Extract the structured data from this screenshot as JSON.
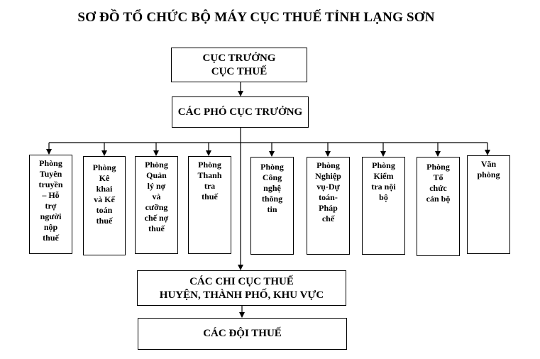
{
  "title": "SƠ ĐỒ TỔ CHỨC BỘ MÁY CỤC THUẾ TỈNH LẠNG SƠN",
  "top": {
    "director_line1": "CỤC TRƯỞNG",
    "director_line2": "CỤC THUẾ",
    "deputies": "CÁC PHÓ CỤC TRƯỞNG"
  },
  "departments": [
    {
      "lines": [
        "Phòng",
        "Tuyên",
        "truyền",
        "– Hỗ",
        "trợ",
        "người",
        "nộp",
        "thuế"
      ]
    },
    {
      "lines": [
        "Phòng",
        "Kê",
        "khai",
        "và Kế",
        "toán",
        "thuế"
      ]
    },
    {
      "lines": [
        "Phòng",
        "Quản",
        "lý nợ",
        "và",
        "cưỡng",
        "chế nợ",
        "thuế"
      ]
    },
    {
      "lines": [
        "Phòng",
        "Thanh",
        "tra",
        "thuế"
      ]
    },
    {
      "lines": [
        "Phòng",
        "Công",
        "nghệ",
        "thông",
        "tin"
      ]
    },
    {
      "lines": [
        "Phòng",
        "Nghiệp",
        "vụ-Dự",
        "toán-",
        "Pháp",
        "chế"
      ]
    },
    {
      "lines": [
        "Phòng",
        "Kiểm",
        "tra nội",
        "bộ"
      ]
    },
    {
      "lines": [
        "Phòng",
        "Tổ",
        "chức",
        "cán bộ"
      ]
    },
    {
      "lines": [
        "Văn",
        "phòng"
      ]
    }
  ],
  "bottom": {
    "branches_line1": "CÁC CHI CỤC THUẾ",
    "branches_line2": "HUYỆN, THÀNH PHỐ, KHU VỰC",
    "teams": "CÁC ĐỘI THUẾ"
  }
}
